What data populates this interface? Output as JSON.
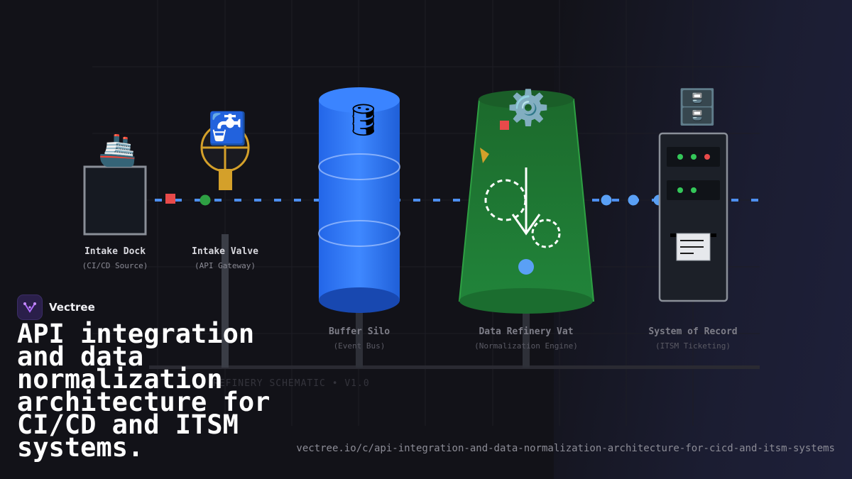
{
  "diagram": {
    "stages": [
      {
        "name": "Intake Dock",
        "sub": "(CI/CD Source)",
        "icon": "ship-icon"
      },
      {
        "name": "Intake Valve",
        "sub": "(API Gateway)",
        "icon": "faucet-icon"
      },
      {
        "name": "Buffer Silo",
        "sub": "(Event Bus)",
        "icon": "oil-drum-icon"
      },
      {
        "name": "Data Refinery Vat",
        "sub": "(Normalization Engine)",
        "icon": "gear-icon"
      },
      {
        "name": "System of Record",
        "sub": "(ITSM Ticketing)",
        "icon": "file-cabinet-icon"
      }
    ],
    "watermark": "REFINERY SCHEMATIC • V1.0",
    "colors": {
      "pipe": "#4d8ff0",
      "silo": "#2a6ff0",
      "vat": "#1f7a32",
      "valve": "#d4a02a",
      "packet_red": "#e84a4a",
      "packet_green": "#2ea043",
      "packet_blue": "#5aa0f5"
    }
  },
  "brand": {
    "name": "Vectree"
  },
  "title": "API integration and data normalization architecture for CI/CD and ITSM systems.",
  "url": "vectree.io/c/api-integration-and-data-normalization-architecture-for-cicd-and-itsm-systems"
}
